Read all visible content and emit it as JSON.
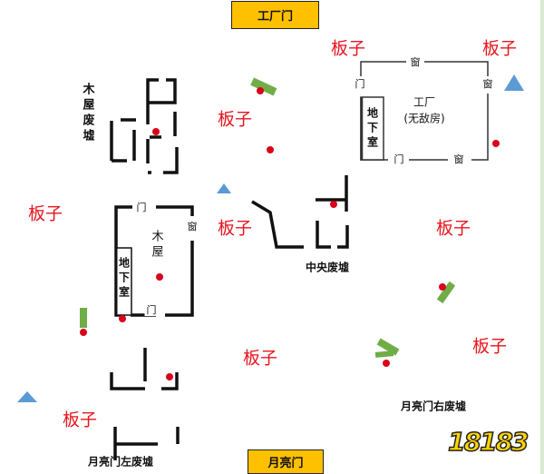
{
  "gates": {
    "factory_gate": "工厂门",
    "moon_gate": "月亮门"
  },
  "boards_label": "板子",
  "areas": {
    "factory": "工厂",
    "factory_sub": "(无敌房)",
    "basement": "地下室",
    "cabin": "木屋",
    "cabin_ruins": "木屋废墟",
    "central_ruins": "中央废墟",
    "moon_left_ruins": "月亮门左废墟",
    "moon_right_ruins": "月亮门右废墟"
  },
  "openings": {
    "door": "门",
    "window": "窗"
  },
  "logo": "18183",
  "colors": {
    "gate": "#FFC000",
    "board_text": "#e8141c",
    "dot": "#d9001b",
    "pallet": "#70AD47",
    "triangle": "#5B9BD5"
  }
}
